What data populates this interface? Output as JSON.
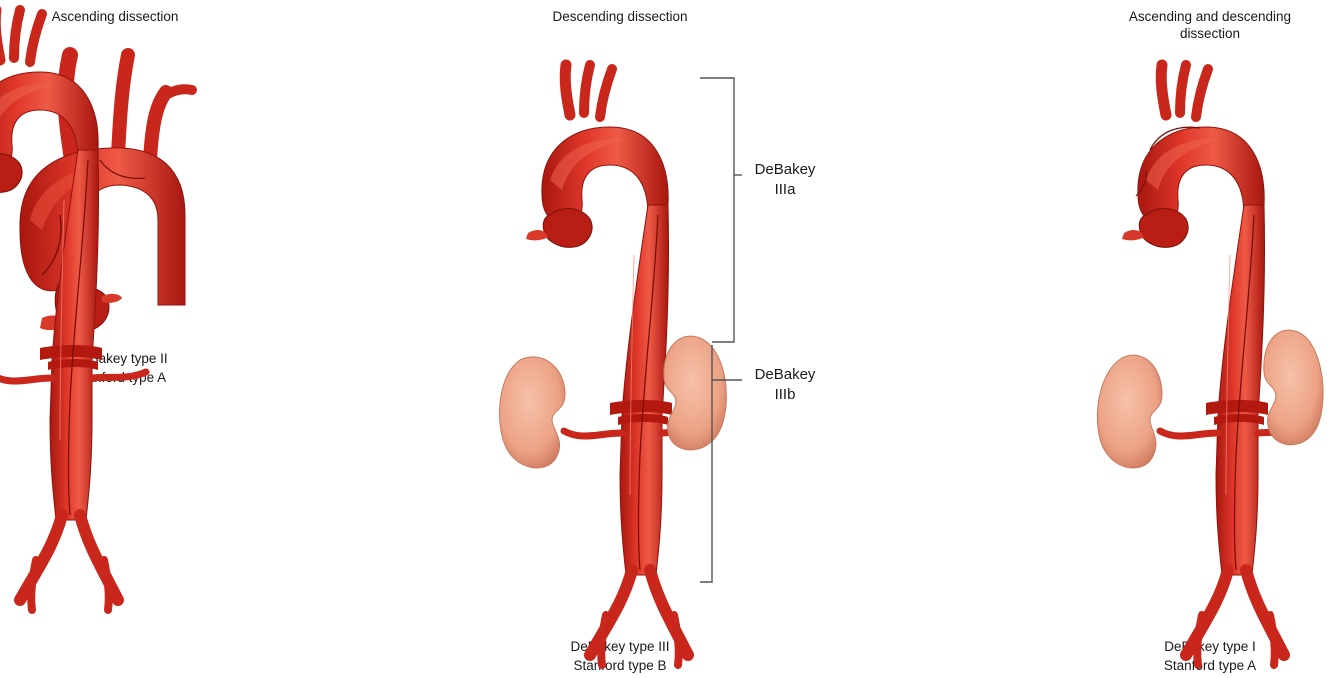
{
  "panels": [
    {
      "title": "Ascending dissection",
      "caption_line1": "DeBakey type II",
      "caption_line2": "Stanford type A"
    },
    {
      "title": "Descending dissection",
      "caption_line1": "DeBakey type III",
      "caption_line2": "Stanford type B"
    },
    {
      "title_line1": "Ascending and descending",
      "title_line2": "dissection",
      "caption_line1": "DeBakey type I",
      "caption_line2": "Stanford type A"
    }
  ],
  "brackets": [
    {
      "line1": "DeBakey",
      "line2": "IIIa"
    },
    {
      "line1": "DeBakey",
      "line2": "IIIb"
    }
  ],
  "colors": {
    "aorta": "#d62c20",
    "aorta_dark": "#9e1710",
    "aorta_light": "#f06b57",
    "kidney": "#eda486",
    "kidney_dark": "#c9795e",
    "bracket": "#555555"
  }
}
